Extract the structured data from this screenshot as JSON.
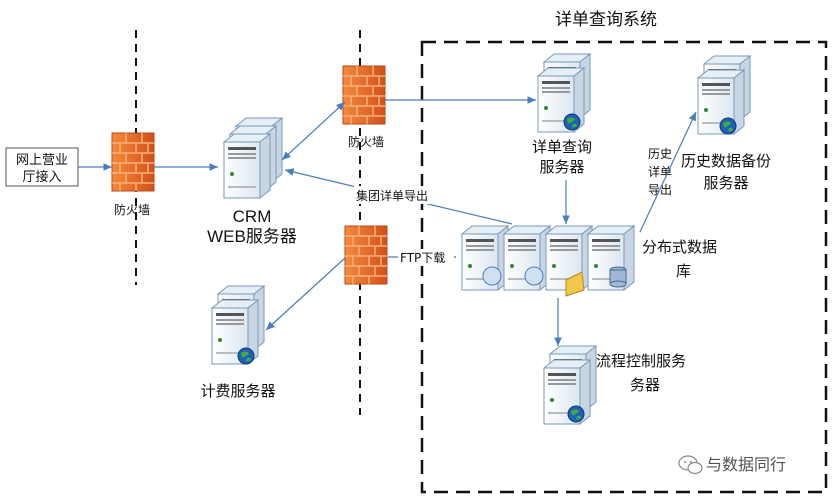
{
  "system_title": "详单查询系统",
  "online_access": {
    "line1": "网上营业",
    "line2": "厅接入"
  },
  "firewalls": {
    "left_label": "防火墙",
    "top_label": "防火墙"
  },
  "crm_server": {
    "line1": "CRM",
    "line2": "WEB服务器"
  },
  "query_server": {
    "line1": "详单查询",
    "line2": "服务器"
  },
  "backup_server": {
    "line1": "历史数据备份",
    "line2": "服务器"
  },
  "backup_link": {
    "line1": "历史",
    "line2": "详单",
    "line3": "导出"
  },
  "distributed_db": {
    "line1": "分布式数据",
    "line2": "库"
  },
  "flow_server": {
    "line1": "流程控制服务",
    "line2": "务器"
  },
  "billing_server": {
    "label": "计费服务器"
  },
  "links": {
    "group_export": "集团详单导出",
    "ftp_download": "FTP下载"
  },
  "watermark": {
    "text": "与数据同行"
  },
  "colors": {
    "arrow": "#4a7dbd",
    "firewall": "#e8601c",
    "server_body": "#eef3f8",
    "server_outline": "#7a9ab8",
    "dashed": "#111111"
  }
}
